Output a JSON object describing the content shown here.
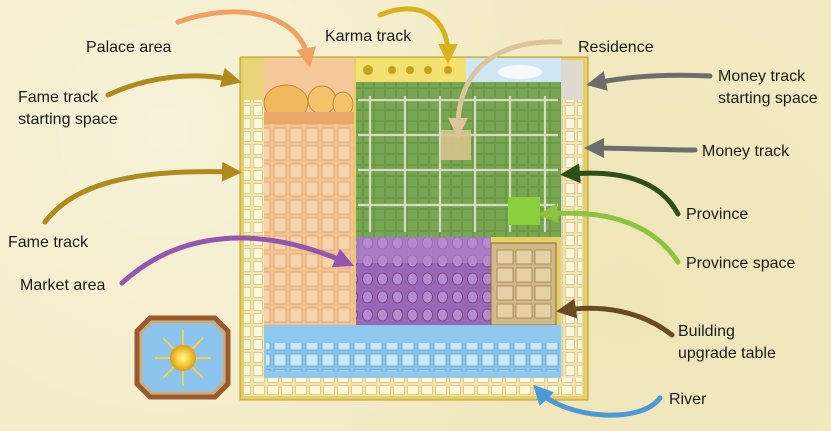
{
  "labels": {
    "palace_area": "Palace area",
    "karma_track": "Karma track",
    "residence": "Residence",
    "fame_start": [
      "Fame track",
      "starting space"
    ],
    "money_start": [
      "Money track",
      "starting space"
    ],
    "money_track": "Money track",
    "fame_track": "Fame track",
    "province": "Province",
    "market_area": "Market area",
    "province_space": "Province space",
    "building_upgrade": [
      "Building",
      "upgrade table"
    ],
    "river": "River"
  },
  "colors": {
    "background": "#f3ebc4",
    "arrow_orange": "#f0a060",
    "arrow_gold": "#d8b21c",
    "arrow_tan": "#dcc59a",
    "arrow_olive": "#b08a1c",
    "arrow_gray": "#6d6d6d",
    "arrow_dark_green": "#2f4f1a",
    "arrow_light_green": "#8cc43c",
    "arrow_purple": "#9656b0",
    "arrow_brown": "#6a4a26",
    "arrow_blue": "#4a9ad8",
    "board_frame": "#e2c95a",
    "palace": "#f0b888",
    "province_field": "#6f9a4a",
    "market": "#a070c0",
    "river": "#7ab8e6",
    "upgrade_table": "#c7ab78"
  },
  "icons": [
    "sun-emblem-icon",
    "karma-lotus-icon",
    "bulb-tile-icon",
    "coin-track-icon"
  ]
}
